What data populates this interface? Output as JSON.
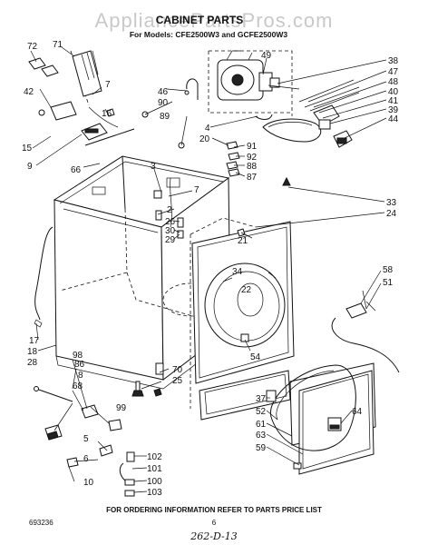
{
  "watermark": "AppliancePartsPros.com",
  "title": "CABINET PARTS",
  "subtitle": "For Models: CFE2500W3 and GCFE2500W3",
  "footer": {
    "order_note": "FOR ORDERING INFORMATION REFER TO PARTS PRICE LIST",
    "doc_number": "693236",
    "page_number": "6",
    "handwritten": "262-D-13"
  },
  "labels": {
    "l72": "72",
    "l71": "71",
    "l7a": "7",
    "l42": "42",
    "l16": "16",
    "l15": "15",
    "l9": "9",
    "l46": "46",
    "l90": "90",
    "l89": "89",
    "l49": "49",
    "l38": "38",
    "l47": "47",
    "l48": "48",
    "l40": "40",
    "l41": "41",
    "l39": "39",
    "l44": "44",
    "l4": "4",
    "l20": "20",
    "l91": "91",
    "l92": "92",
    "l88": "88",
    "l87": "87",
    "l66": "66",
    "l3": "3",
    "l7b": "7",
    "l2": "2",
    "l26": "26",
    "l30": "30",
    "l29": "29",
    "l21": "21",
    "l33": "33",
    "l24": "24",
    "l34": "34",
    "l22": "22",
    "l58": "58",
    "l51": "51",
    "l17": "17",
    "l18": "18",
    "l28": "28",
    "l54": "54",
    "l98": "98",
    "l86": "86",
    "l8": "8",
    "l68": "68",
    "l99": "99",
    "l5": "5",
    "l6": "6",
    "l10": "10",
    "l70": "70",
    "l25": "25",
    "l102": "102",
    "l101": "101",
    "l100": "100",
    "l103": "103",
    "l37": "37",
    "l52": "52",
    "l61": "61",
    "l63": "63",
    "l59": "59",
    "l64": "64"
  }
}
